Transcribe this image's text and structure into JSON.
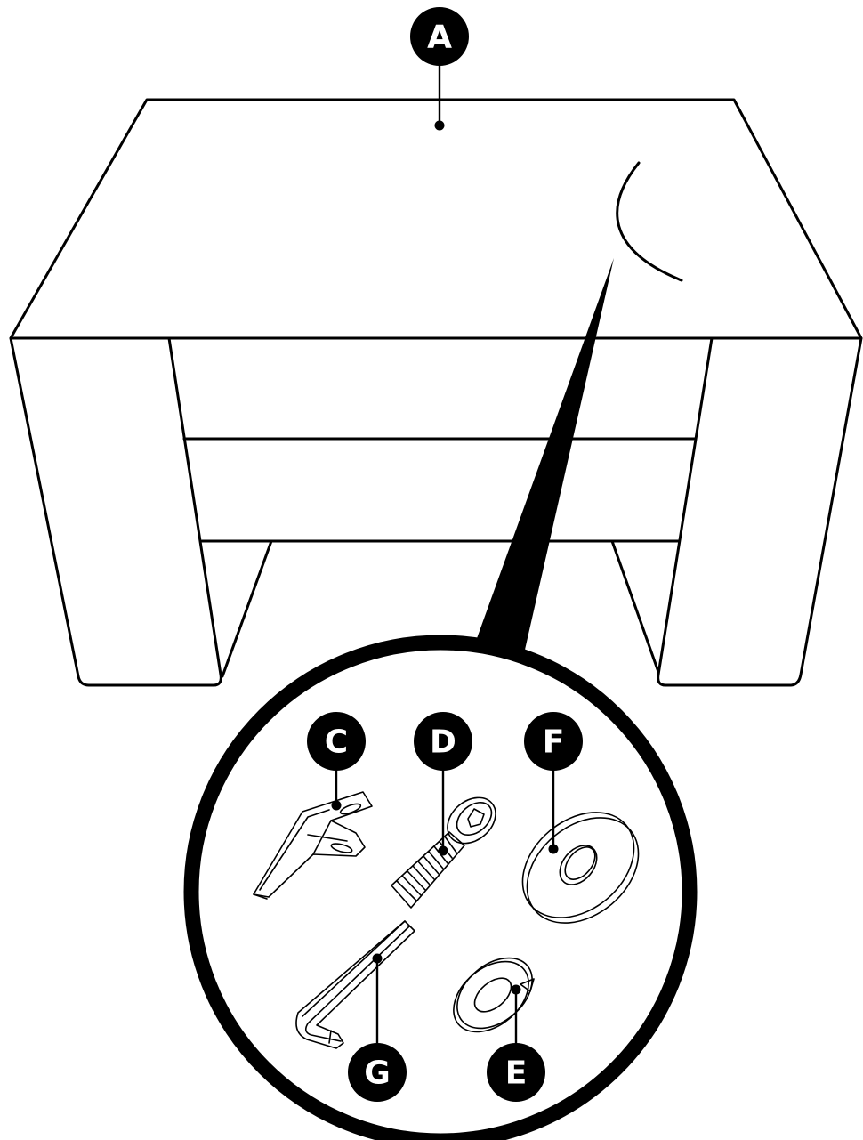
{
  "labels": {
    "a": "A",
    "c": "C",
    "d": "D",
    "e": "E",
    "f": "F",
    "g": "G"
  },
  "colors": {
    "line": "#000000",
    "background": "#ffffff",
    "badge_fill": "#000000",
    "badge_text": "#ffffff"
  }
}
